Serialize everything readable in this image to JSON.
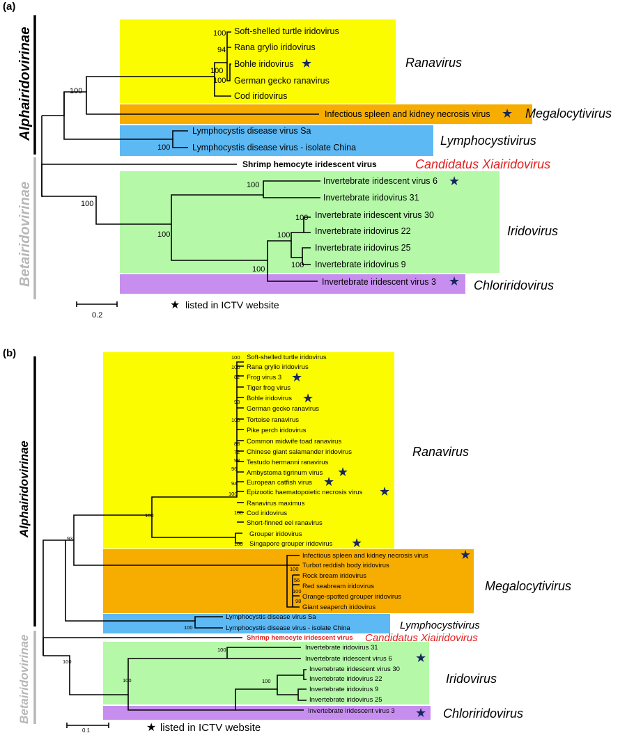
{
  "star_glyph": "★",
  "panel_a": {
    "label": "(a)",
    "subfamily_1": "Alphairidovirinae",
    "subfamily_2": "Betairidovirinae",
    "genera": {
      "ranavirus": "Ranavirus",
      "megalocytivirus": "Megalocytivirus",
      "lymphocystivirus": "Lymphocystivirus",
      "xiairidovirus": "Candidatus Xiairidovirus",
      "iridovirus": "Iridovirus",
      "chloriridovirus": "Chloriridovirus"
    },
    "taxa": [
      "Soft-shelled turtle iridovirus",
      "Rana grylio iridovirus",
      "Bohle iridovirus",
      "German gecko ranavirus",
      "Cod iridovirus",
      "Infectious spleen and kidney necrosis virus",
      "Lymphocystis disease virus Sa",
      "Lymphocystis disease virus - isolate China",
      "Shrimp hemocyte iridescent virus",
      "Invertebrate iridescent virus 6",
      "Invertebrate iridovirus 31",
      "Invertebrate iridescent virus 30",
      "Invertebrate iridovirus 22",
      "Invertebrate iridovirus 25",
      "Invertebrate iridovirus 9",
      "Invertebrate iridescent virus 3"
    ],
    "bootstrap": [
      "100",
      "94",
      "100",
      "100",
      "100",
      "100",
      "100",
      "100",
      "100",
      "100",
      "100",
      "100",
      "100"
    ],
    "scale_label": "0.2",
    "legend_text": "listed in ICTV website"
  },
  "panel_b": {
    "label": "(b)",
    "subfamily_1": "Alphairidovirinae",
    "subfamily_2": "Betairidovirinae",
    "genera": {
      "ranavirus": "Ranavirus",
      "megalocytivirus": "Megalocytivirus",
      "lymphocystivirus": "Lymphocystivirus",
      "xiairidovirus": "Candidatus Xiairidovirus",
      "iridovirus": "Iridovirus",
      "chloriridovirus": "Chloriridovirus"
    },
    "taxa": [
      "Soft-shelled turtle iridovirus",
      "Rana grylio iridovirus",
      "Frog virus 3",
      "Tiger frog virus",
      "Bohle iridovirus",
      "German gecko ranavirus",
      "Tortoise ranavirus",
      "Pike perch iridovirus",
      "Common midwife toad ranavirus",
      "Chinese giant salamander iridovirus",
      "Testudo hermanni ranavirus",
      "Ambystoma tigrinum virus",
      "European catfish virus",
      "Epizootic haematopoietic necrosis virus",
      "Ranavirus maximus",
      "Cod iridovirus",
      "Short-finned eel ranavirus",
      "Grouper iridovirus",
      "Singapore grouper iridovirus",
      "Infectious spleen and kidney necrosis virus",
      "Turbot reddish body iridovirus",
      "Rock bream iridovirus",
      "Red seabream iridovirus",
      "Orange-spotted grouper iridovirus",
      "Giant seaperch iridovirus",
      "Lymphocystis disease virus Sa",
      "Lymphocystis disease virus - isolate China",
      "Shrimp hemocyte iridescent virus",
      "Invertebrate iridovirus 31",
      "Invertebrate iridescent virus 6",
      "Invertebrate iridescent virus 30",
      "Invertebrate iridovirus 22",
      "Invertebrate iridovirus 9",
      "Invertebrate iridovirus 25",
      "Invertebrate iridescent virus 3"
    ],
    "bootstrap": [
      "100",
      "100",
      "82",
      "93",
      "100",
      "88",
      "72",
      "98",
      "96",
      "94",
      "100",
      "100",
      "100",
      "100",
      "93",
      "100",
      "56",
      "100",
      "98",
      "100",
      "100",
      "100",
      "100",
      "100"
    ],
    "scale_label": "0.1",
    "legend_text": "listed in ICTV website"
  },
  "colors": {
    "ranavirus": "#fcfc00",
    "megalocytivirus": "#f7ad00",
    "lymphocystivirus": "#5db9f4",
    "iridovirus": "#b5f8a8",
    "chloriridovirus": "#c78ef0",
    "xiairidovirus_text": "#e0201f",
    "alpha_bar": "#000000",
    "beta_bar": "#b7b7b7",
    "star": "#17275e"
  }
}
